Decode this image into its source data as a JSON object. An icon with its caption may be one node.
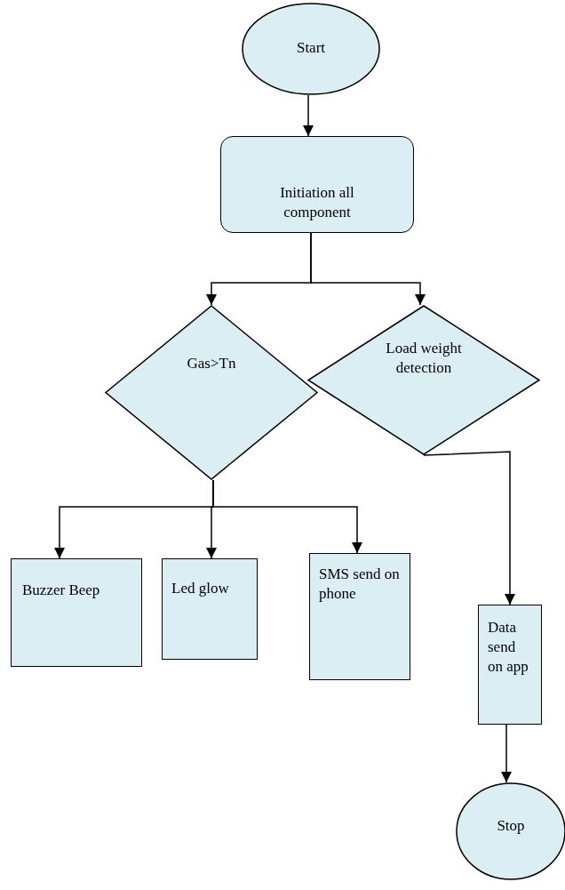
{
  "diagram": {
    "nodes": [
      {
        "text": [
          "Start"
        ]
      },
      {
        "text": [
          "Initiation all component"
        ]
      },
      {
        "text": [
          "Gas>Tn"
        ]
      },
      {
        "text": [
          "Load weight detection"
        ]
      },
      {
        "text": [
          "Buzzer Beep"
        ]
      },
      {
        "text": [
          "Led glow"
        ]
      },
      {
        "text": [
          "SMS send on phone"
        ]
      },
      {
        "text": [
          "Data send on app"
        ]
      },
      {
        "text": [
          "Stop"
        ]
      }
    ],
    "edges": [
      {
        "from": 0,
        "to": 1,
        "arrow": "to"
      },
      {
        "from": 1,
        "to": 2,
        "arrow": "to"
      },
      {
        "from": 1,
        "to": 3,
        "arrow": "to"
      },
      {
        "from": 2,
        "to": 4,
        "arrow": "to"
      },
      {
        "from": 2,
        "to": 5,
        "arrow": "to"
      },
      {
        "from": 2,
        "to": 6,
        "arrow": "to"
      },
      {
        "from": 3,
        "to": 7,
        "arrow": "to"
      },
      {
        "from": 7,
        "to": 8,
        "arrow": "to"
      }
    ]
  }
}
